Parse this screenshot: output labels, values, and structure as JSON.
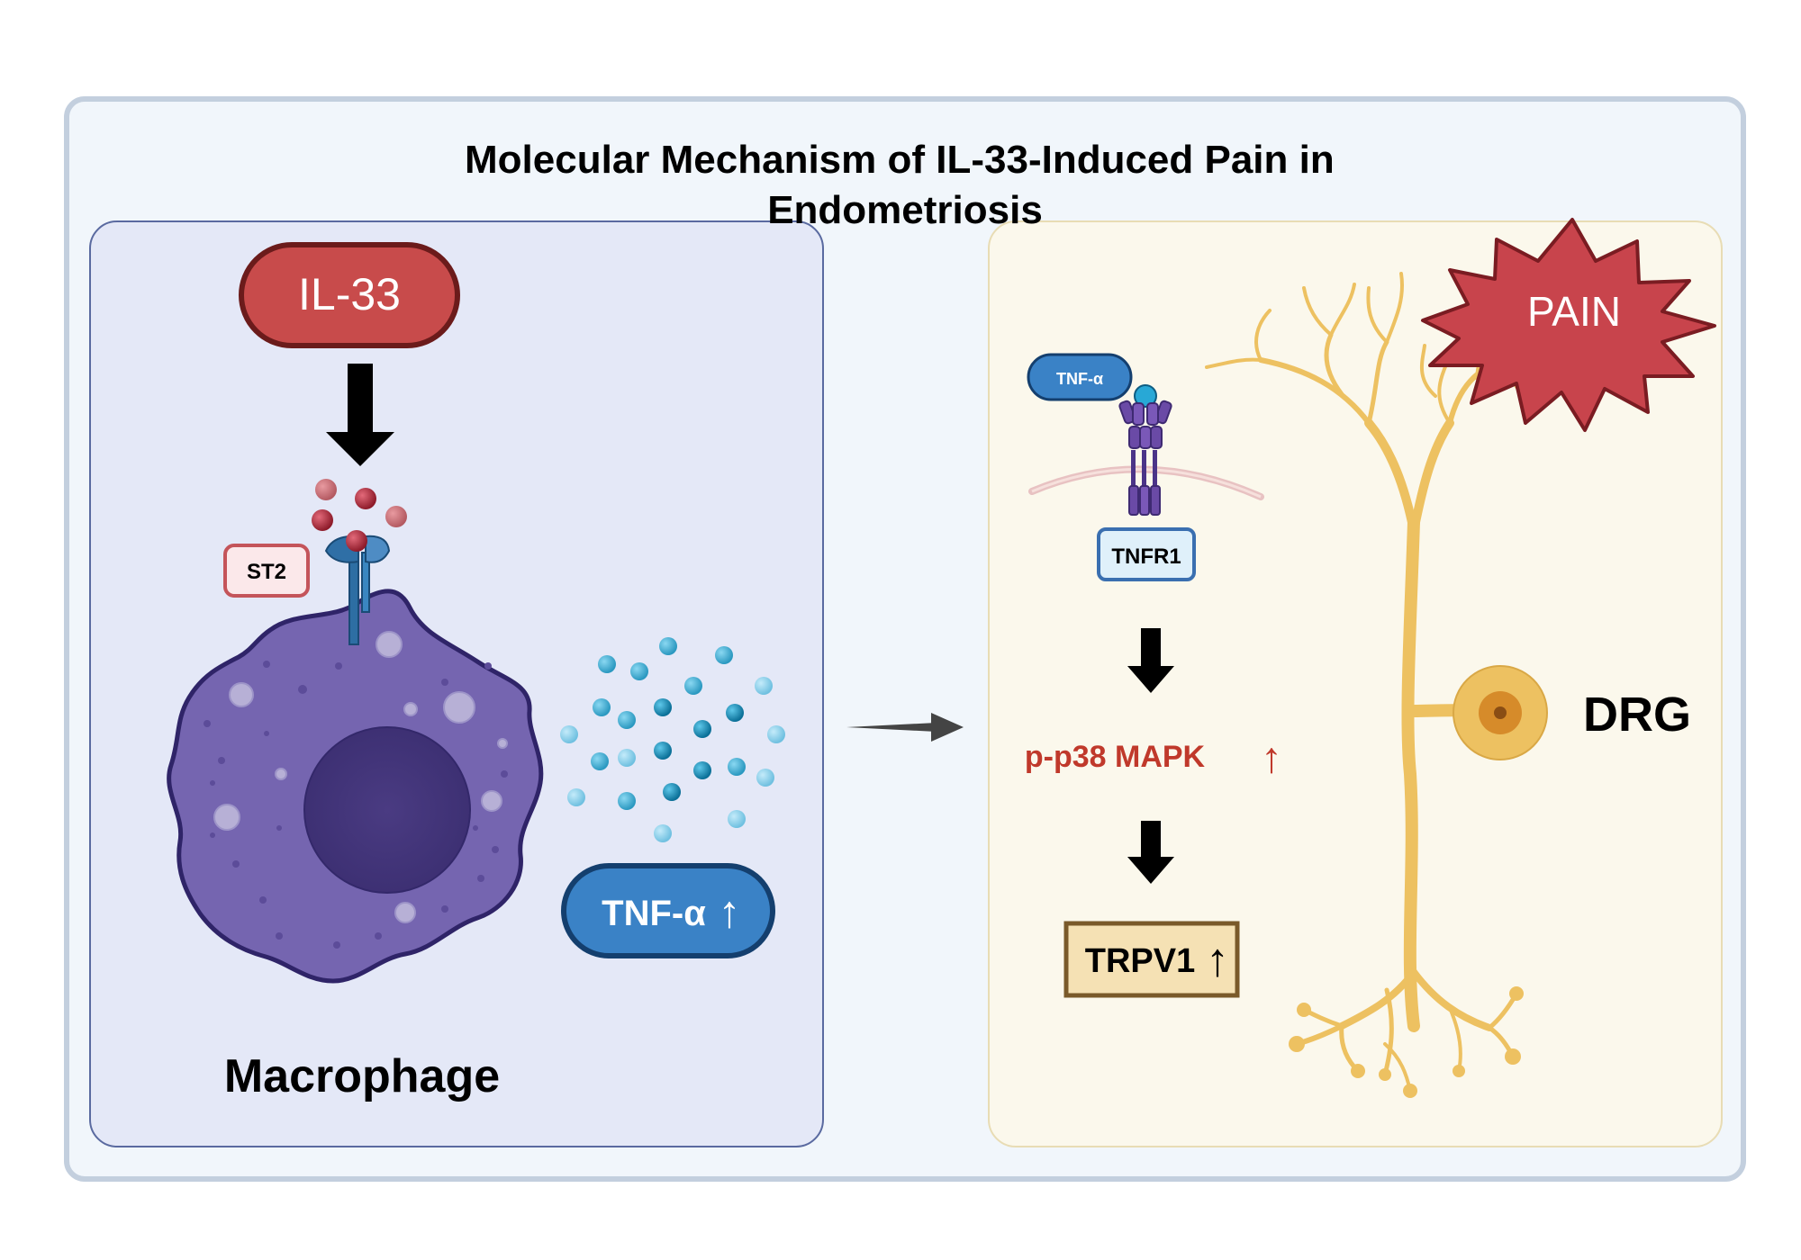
{
  "title": "Molecular Mechanism of IL-33-Induced Pain in Endometriosis",
  "left_panel": {
    "il33_label": "IL-33",
    "st2_label": "ST2",
    "tnf_label": "TNF-α",
    "tnf_arrow": "↑",
    "cell_label": "Macrophage"
  },
  "right_panel": {
    "tnf_small_label": "TNF-α",
    "tnfr1_label": "TNFR1",
    "mapk_label": "p-p38 MAPK",
    "mapk_arrow": "↑",
    "trpv1_label": "TRPV1",
    "trpv1_arrow": "↑",
    "pain_label": "PAIN",
    "drg_label": "DRG"
  },
  "colors": {
    "outer_bg": "#f1f6fb",
    "left_bg": "#e4e8f7",
    "right_bg": "#fbf8ec",
    "il33": "#c84b4b",
    "tnf": "#3a82c6",
    "macrophage": "#7565b0",
    "neuron": "#edc161",
    "mapk": "#c0392b"
  }
}
